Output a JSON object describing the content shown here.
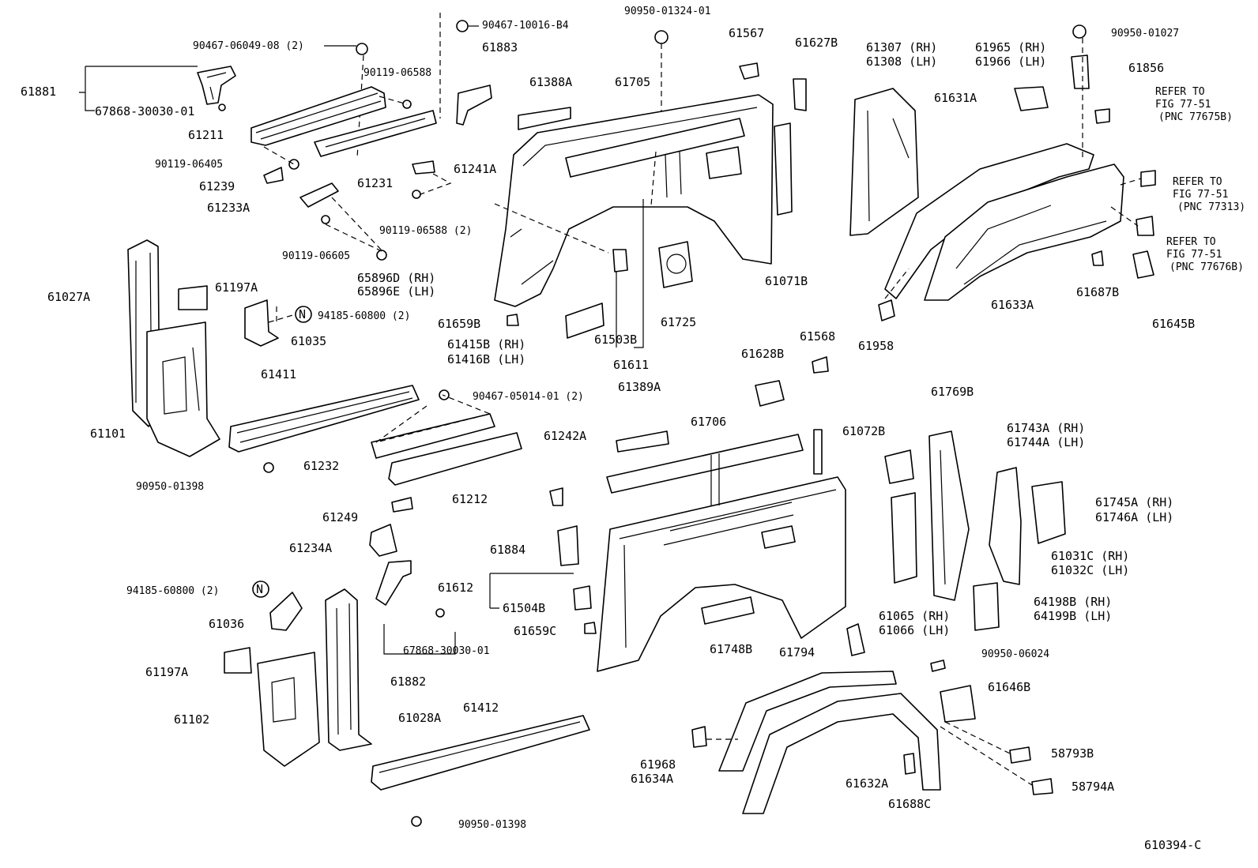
{
  "diagram": {
    "figure_code": "610394-C",
    "callouts": {
      "p61881": "61881",
      "p67868a": "67868-30030-01",
      "p90467_06049": "90467-06049-08 (2)",
      "p90467_10016": "90467-10016-B4",
      "p61883": "61883",
      "p90950_01324": "90950-01324-01",
      "p90119_06588a": "90119-06588",
      "p61211": "61211",
      "p90119_06405": "90119-06405",
      "p61231": "61231",
      "p61241A": "61241A",
      "p61239": "61239",
      "p61233A": "61233A",
      "p90119_06588b": "90119-06588 (2)",
      "p90119_06605": "90119-06605",
      "p65896D": "65896D (RH)",
      "p65896E": "65896E (LH)",
      "p61027A": "61027A",
      "p61197Aa": "61197A",
      "p94185a": "94185-60800 (2)",
      "p61035": "61035",
      "p61101": "61101",
      "p61411": "61411",
      "p90467_05014": "90467-05014-01 (2)",
      "p61232": "61232",
      "p90950_01398a": "90950-01398",
      "p61212": "61212",
      "p61249": "61249",
      "p61234A": "61234A",
      "p94185b": "94185-60800 (2)",
      "p61036": "61036",
      "p61197Ab": "61197A",
      "p61102": "61102",
      "p61028A": "61028A",
      "p61412": "61412",
      "p90950_01398b": "90950-01398",
      "p67868b": "67868-30030-01",
      "p61882": "61882",
      "p61612": "61612",
      "p61504B": "61504B",
      "p61659C": "61659C",
      "p61884": "61884",
      "p61242A": "61242A",
      "p61388A": "61388A",
      "p61705": "61705",
      "p61567": "61567",
      "p61627B": "61627B",
      "p61659B": "61659B",
      "p61415B": "61415B (RH)",
      "p61416B": "61416B (LH)",
      "p61503B": "61503B",
      "p61611": "61611",
      "p61725": "61725",
      "p61071B": "61071B",
      "p61628B": "61628B",
      "p61568": "61568",
      "p61389A": "61389A",
      "p61706": "61706",
      "p61072B": "61072B",
      "p61748B": "61748B",
      "p61794": "61794",
      "p61307": "61307 (RH)",
      "p61308": "61308 (LH)",
      "p61965": "61965 (RH)",
      "p61966": "61966 (LH)",
      "p90950_01027": "90950-01027",
      "p61856": "61856",
      "p61631A": "61631A",
      "p61633A": "61633A",
      "p61958": "61958",
      "p61687B": "61687B",
      "p61645B": "61645B",
      "refer1_a": "REFER TO",
      "refer1_b": "FIG 77-51",
      "refer1_c": "(PNC 77675B)",
      "refer2_a": "REFER TO",
      "refer2_b": "FIG 77-51",
      "refer2_c": "(PNC 77313)",
      "refer3_a": "REFER TO",
      "refer3_b": "FIG 77-51",
      "refer3_c": "(PNC 77676B)",
      "p61769B": "61769B",
      "p61743A": "61743A (RH)",
      "p61744A": "61744A (LH)",
      "p61745A": "61745A (RH)",
      "p61746A": "61746A (LH)",
      "p61031C": "61031C (RH)",
      "p61032C": "61032C (LH)",
      "p61065": "61065 (RH)",
      "p61066": "61066 (LH)",
      "p64198B": "64198B (RH)",
      "p64199B": "64199B (LH)",
      "p90950_06024": "90950-06024",
      "p61646B": "61646B",
      "p61968": "61968",
      "p61634A": "61634A",
      "p61632A": "61632A",
      "p61688C": "61688C",
      "p58793B": "58793B",
      "p58794A": "58794A",
      "n_mark": "N"
    }
  }
}
